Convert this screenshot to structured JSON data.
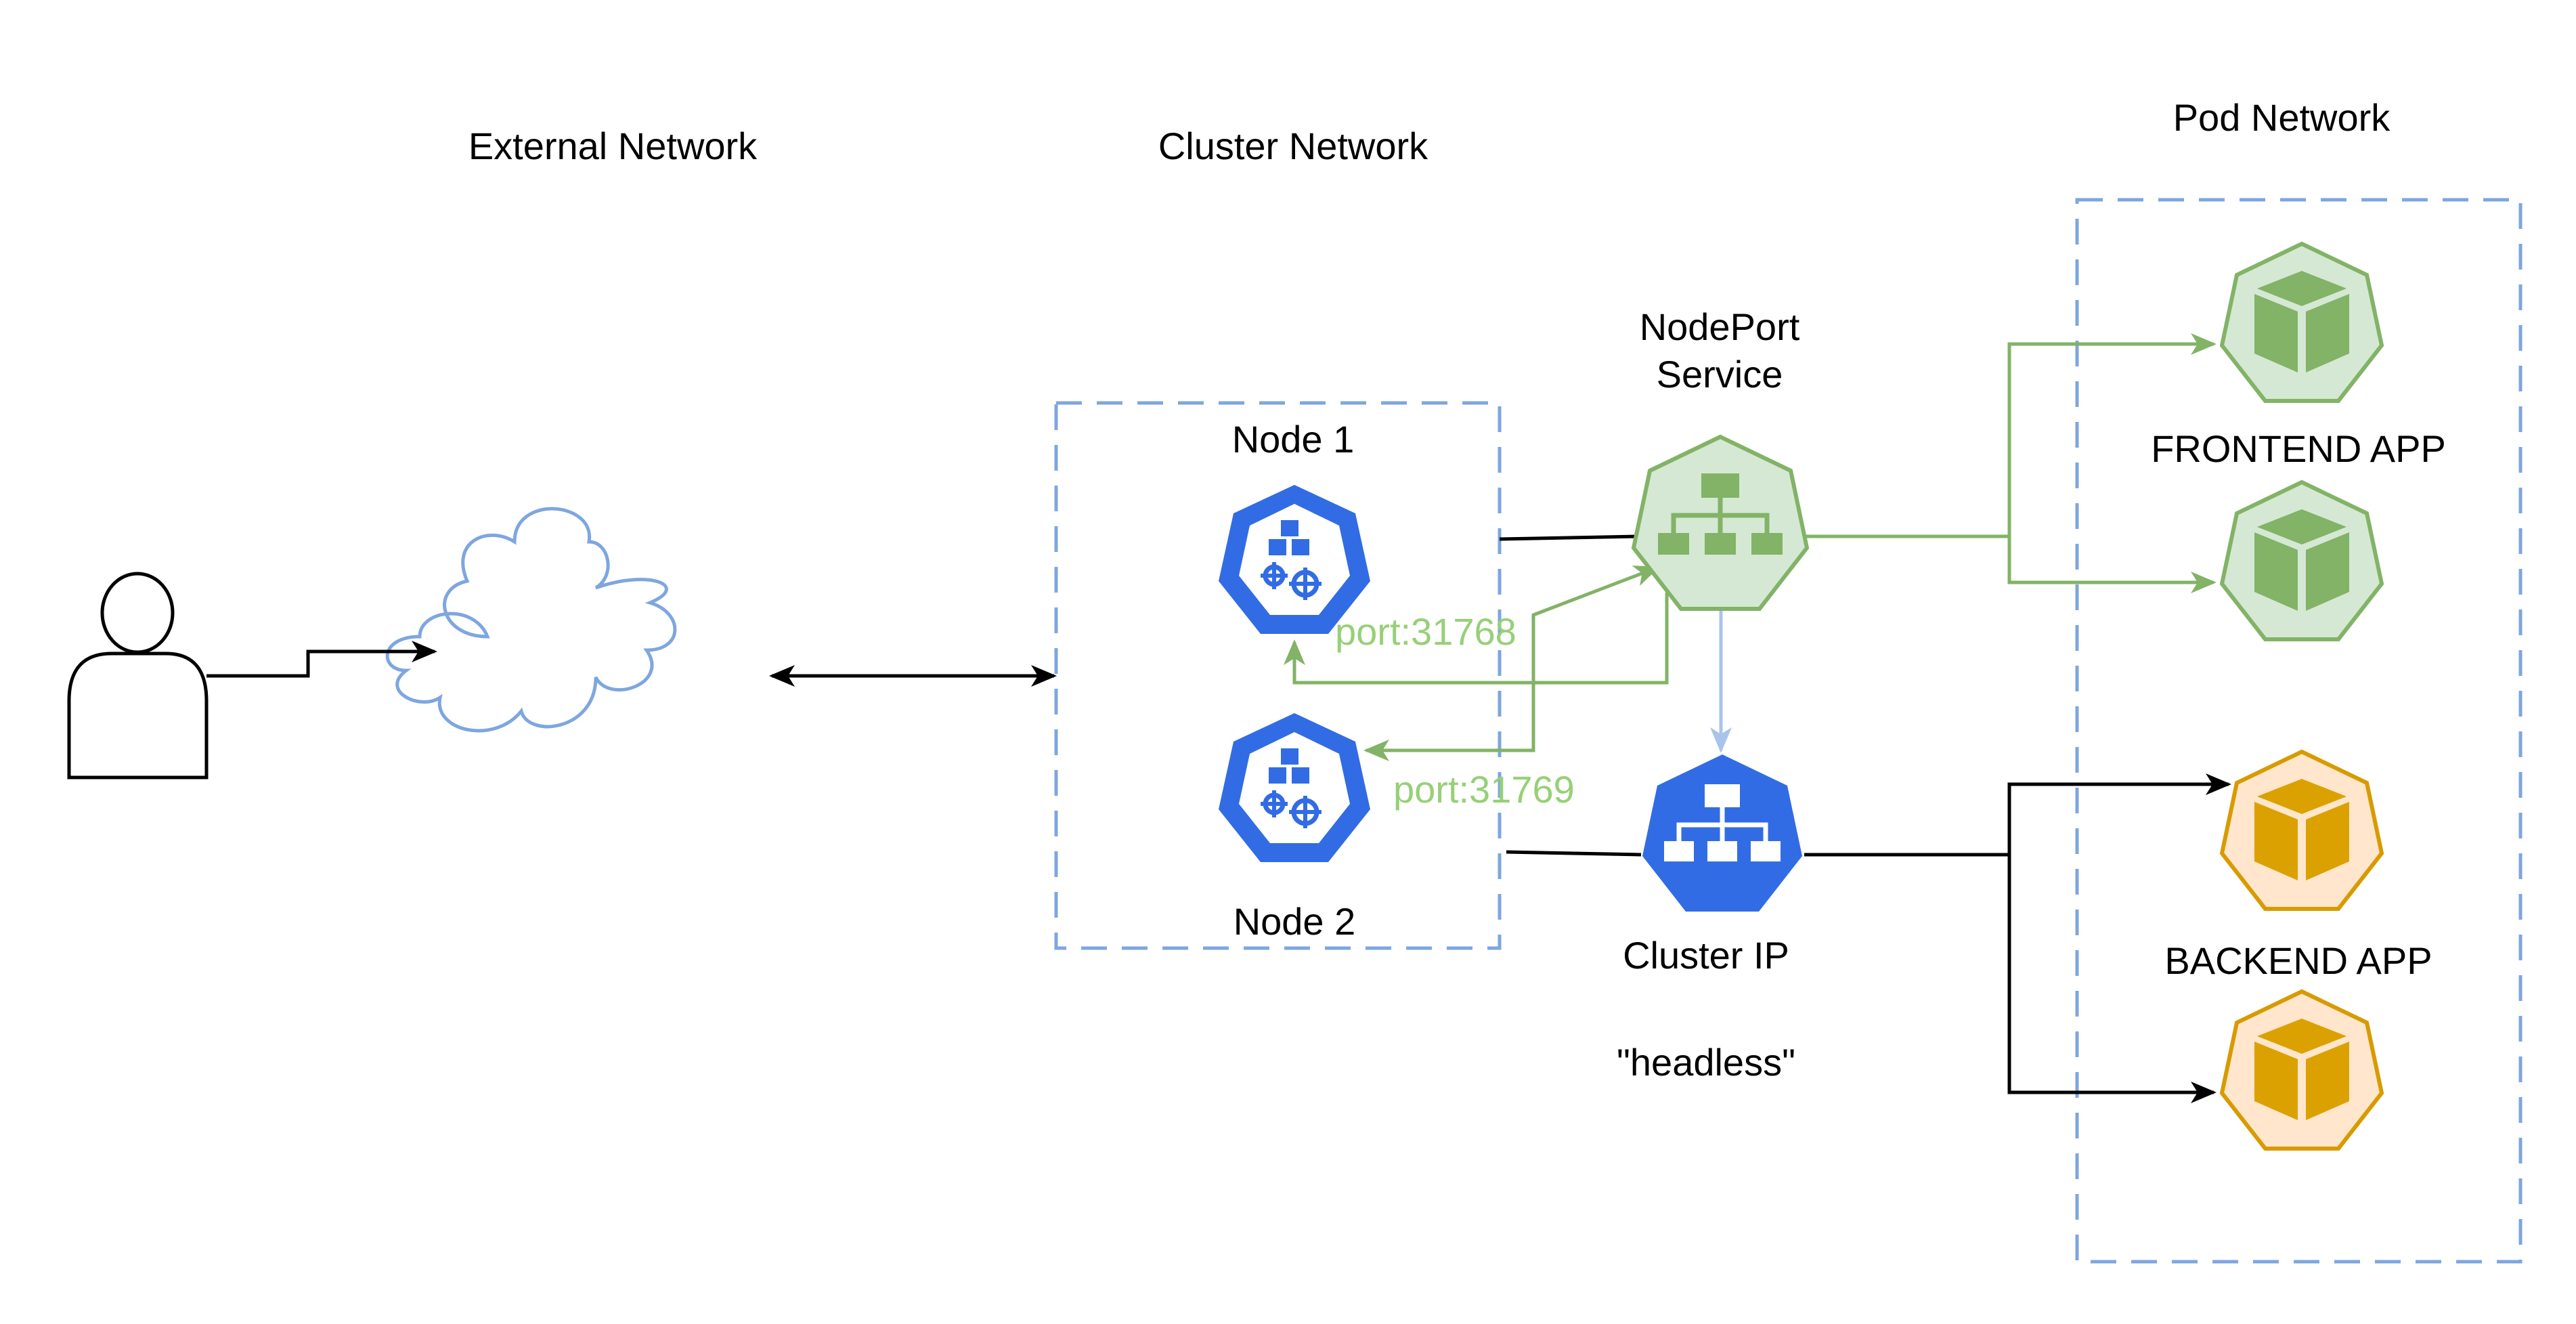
{
  "labels": {
    "external_network": "External Network",
    "cluster_network": "Cluster Network",
    "pod_network": "Pod Network",
    "node1": "Node 1",
    "node2": "Node 2",
    "nodeport_line1": "NodePort",
    "nodeport_line2": "Service",
    "cluster_ip": "Cluster IP",
    "headless": "\"headless\"",
    "frontend_app": "FRONTEND APP",
    "backend_app": "BACKEND APP",
    "port_node1": "port:31768",
    "port_node2": "port:31769"
  },
  "icons": {
    "user": "person-icon",
    "internet": "cloud-icon",
    "node": "kubernetes-node-icon",
    "service": "kubernetes-service-icon",
    "pod": "kubernetes-pod-icon"
  },
  "colors": {
    "k8s_blue": "#326ce5",
    "green_stroke": "#82b366",
    "green_fill": "#d5e8d4",
    "orange_stroke": "#d79b00",
    "orange_fill": "#ffe6cc",
    "orange_cube": "#dba100",
    "dash_blue": "#7ea6e0",
    "port_text": "#97d077"
  }
}
